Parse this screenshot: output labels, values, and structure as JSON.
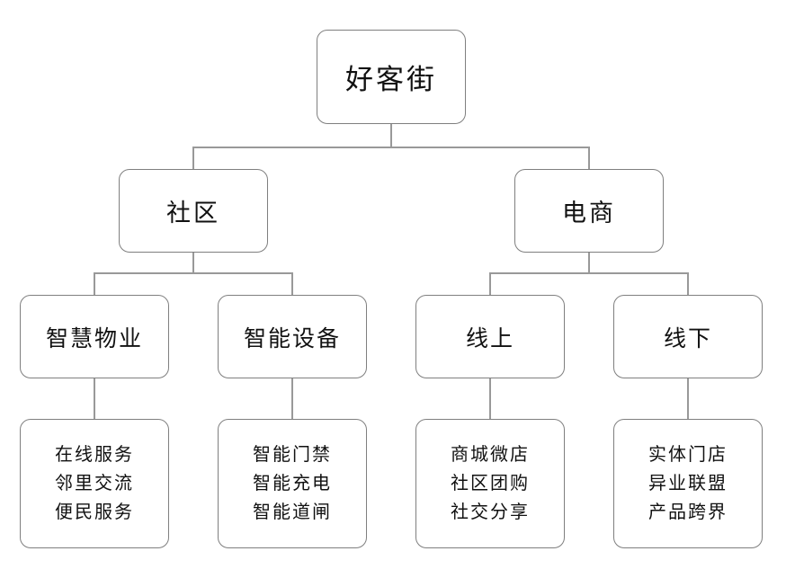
{
  "diagram": {
    "type": "org-chart",
    "title": "好客街",
    "colors": {
      "background": "#ffffff",
      "box_border": "#7f7f7f",
      "connector": "#999999",
      "text": "#111111"
    },
    "tree": {
      "root": {
        "label": "好客街"
      },
      "branches": [
        {
          "label": "社区",
          "children": [
            {
              "label": "智慧物业",
              "items": [
                "在线服务",
                "邻里交流",
                "便民服务"
              ]
            },
            {
              "label": "智能设备",
              "items": [
                "智能门禁",
                "智能充电",
                "智能道闸"
              ]
            }
          ]
        },
        {
          "label": "电商",
          "children": [
            {
              "label": "线上",
              "items": [
                "商城微店",
                "社区团购",
                "社交分享"
              ]
            },
            {
              "label": "线下",
              "items": [
                "实体门店",
                "异业联盟",
                "产品跨界"
              ]
            }
          ]
        }
      ]
    }
  }
}
